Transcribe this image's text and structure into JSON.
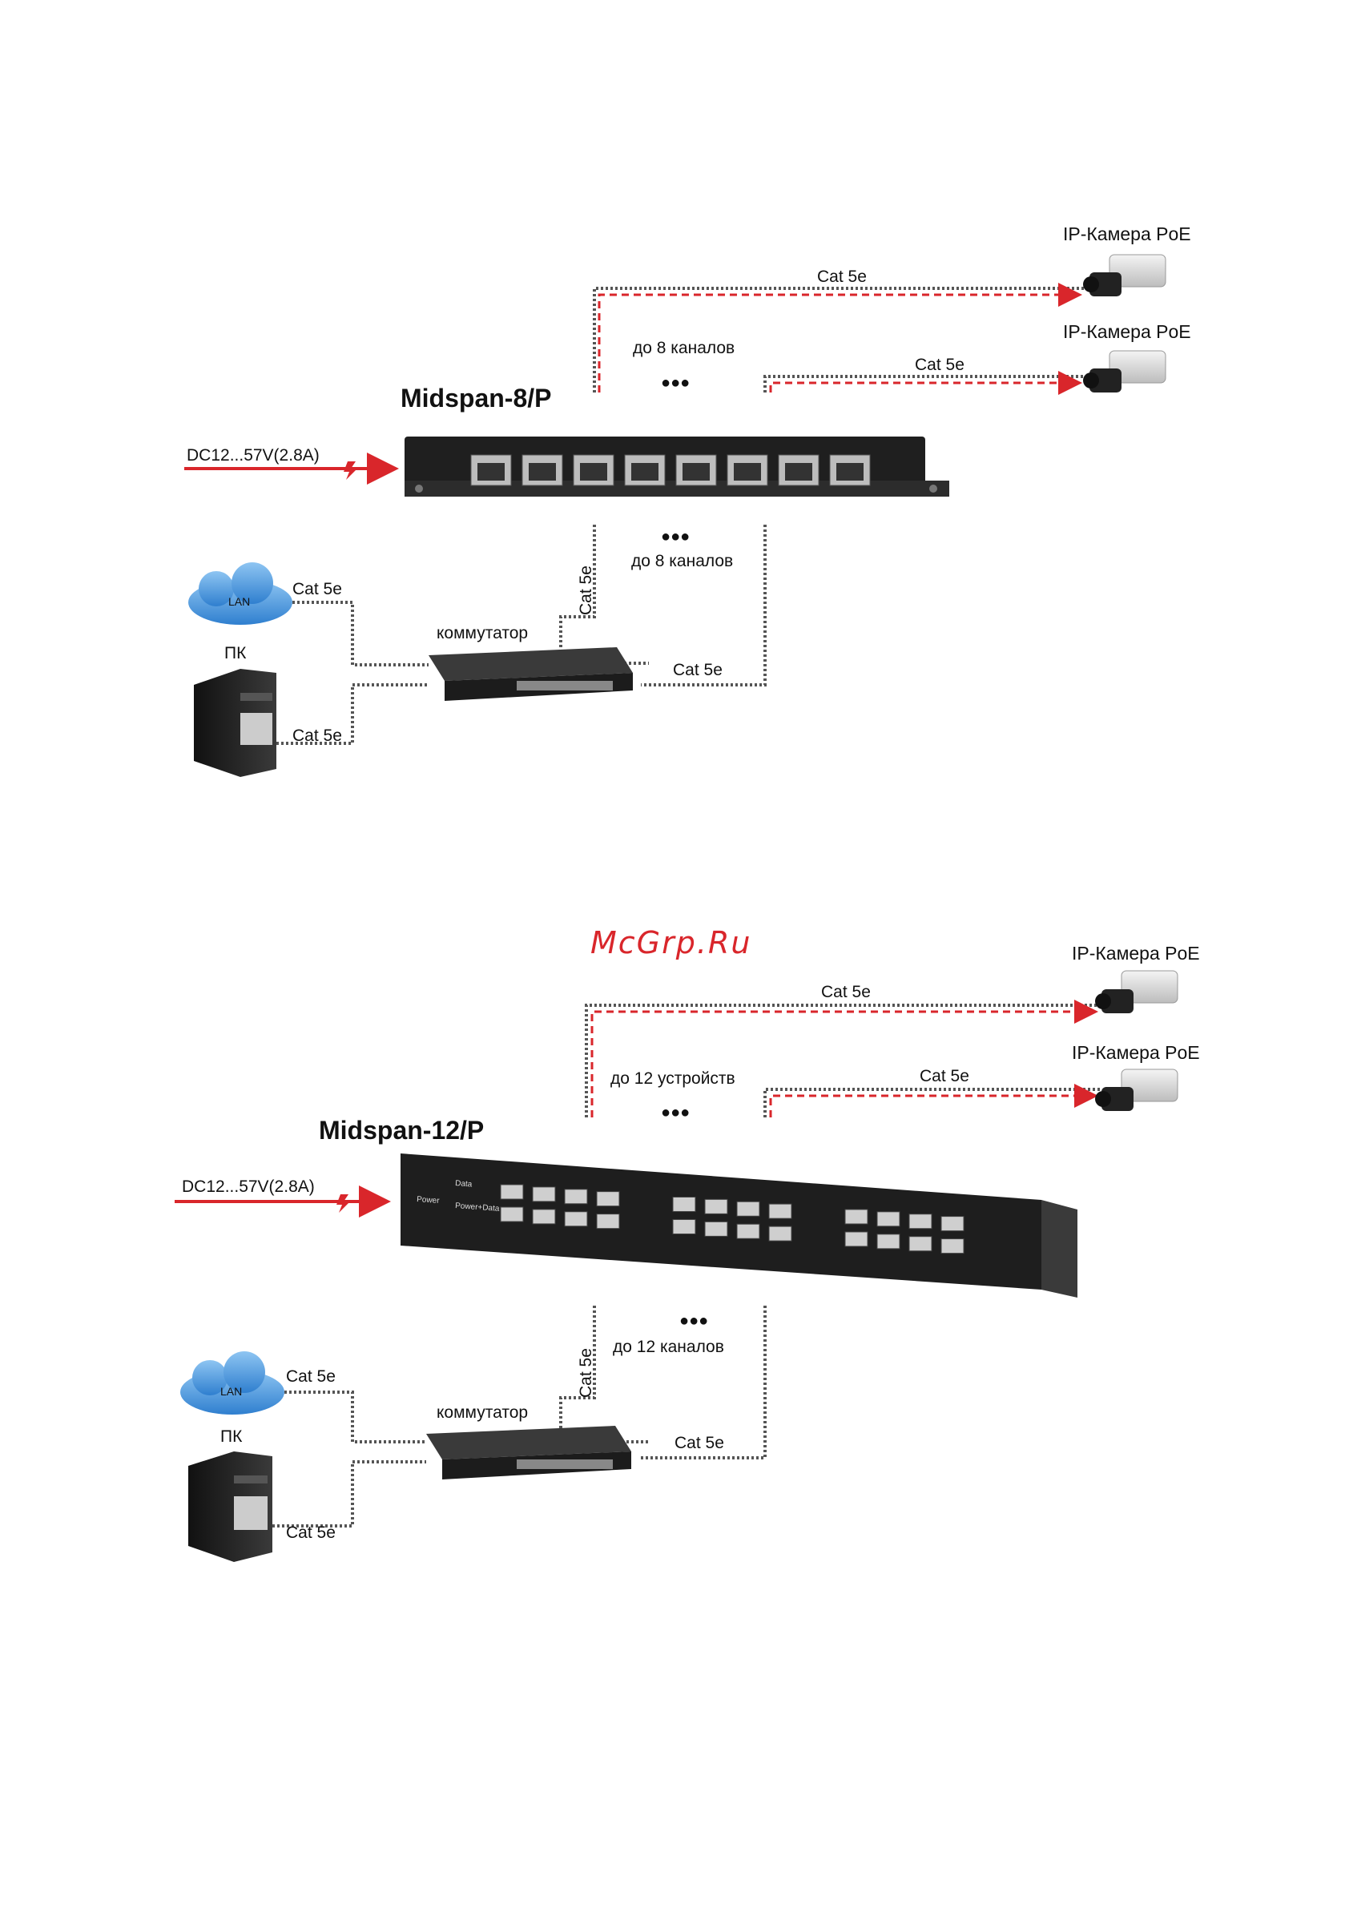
{
  "watermark": "McGrp.Ru",
  "diagram1": {
    "title": "Midspan-8/P",
    "power_label": "DC12...57V(2.8A)",
    "camera1_label": "IP-Камера PoE",
    "camera2_label": "IP-Камера PoE",
    "cable_top_1": "Cat 5e",
    "cable_top_2": "Cat 5e",
    "channels_top": "до 8 каналов",
    "channels_bottom": "до 8 каналов",
    "dots_top": "●●●",
    "dots_bottom": "●●●",
    "cable_vertical": "Cat 5e",
    "lan_label": "LAN",
    "lan_cable": "Cat 5e",
    "pc_label": "ПК",
    "pc_cable": "Cat 5e",
    "switch_label": "коммутатор",
    "switch_cable": "Cat 5e",
    "port_count": 8
  },
  "diagram2": {
    "title": "Midspan-12/P",
    "power_label": "DC12...57V(2.8A)",
    "camera1_label": "IP-Камера PoE",
    "camera2_label": "IP-Камера PoE",
    "cable_top_1": "Cat 5e",
    "cable_top_2": "Cat 5e",
    "devices_top": "до 12 устройств",
    "channels_bottom": "до  12  каналов",
    "dots_top": "●●●",
    "dots_bottom": "●●●",
    "cable_vertical": "Cat 5e",
    "lan_label": "LAN",
    "lan_cable": "Cat 5e",
    "pc_label": "ПК",
    "pc_cable": "Cat 5e",
    "switch_label": "коммутатор",
    "switch_cable": "Cat 5e",
    "panel_label_data": "Data",
    "panel_label_power_data": "Power+Data",
    "panel_label_power": "Power"
  },
  "colors": {
    "poe_red": "#d9262b",
    "device_dark": "#2a2a2a",
    "cloud_blue": "#3f8fd8",
    "cable_gray": "#555555"
  }
}
